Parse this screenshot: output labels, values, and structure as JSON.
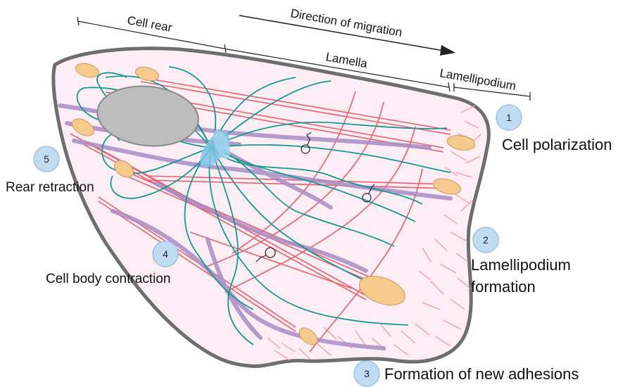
{
  "header": {
    "cell_rear": "Cell rear",
    "direction": "Direction of migration",
    "lamella": "Lamella",
    "lamellipodium": "Lamellipodium"
  },
  "steps": [
    {
      "number": "1",
      "label": "Cell polarization"
    },
    {
      "number": "2",
      "label_line1": "Lamellipodium",
      "label_line2": "formation"
    },
    {
      "number": "3",
      "label": "Formation of new adhesions"
    },
    {
      "number": "4",
      "label": "Cell body contraction"
    },
    {
      "number": "5",
      "label": "Rear retraction"
    }
  ],
  "colors": {
    "membrane_outline": "#6e6e6e",
    "cytoplasm": "#fdeef5",
    "nucleus": "#bdbdbd",
    "actin_stress_fiber": "#e8606b",
    "microtubule": "#139a92",
    "myosin_bundle": "#a98cc6",
    "adhesion": "#f6c98d",
    "step_circle": "#c0dcf3",
    "centrosome": "#7fc3e6"
  }
}
